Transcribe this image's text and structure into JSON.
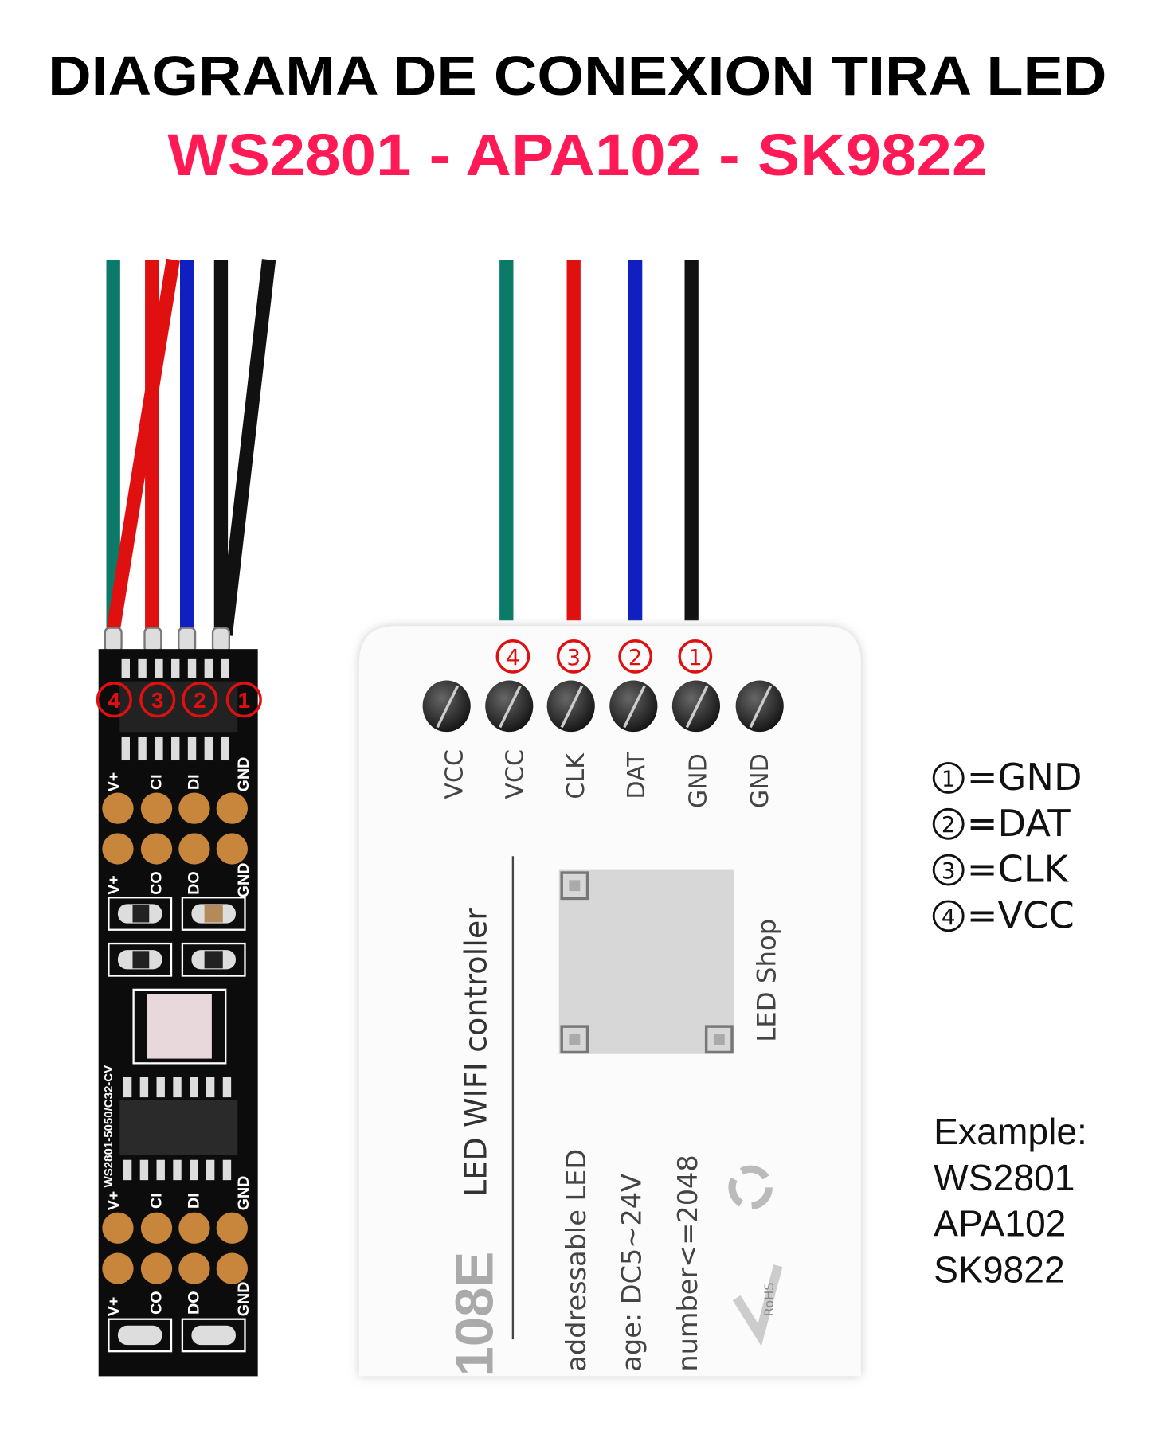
{
  "title": {
    "line1": "DIAGRAMA DE CONEXION  TIRA LED",
    "line2": "WS2801 - APA102 - SK9822",
    "line2_color": "#ff1a55"
  },
  "strip": {
    "pin_numbers": [
      "4",
      "3",
      "2",
      "1"
    ],
    "input_labels": [
      "V+",
      "CI",
      "DI",
      "GND"
    ],
    "output_labels": [
      "V+",
      "CO",
      "DO",
      "GND"
    ],
    "output_labels_2": [
      "V+",
      "CO",
      "DO",
      "GND"
    ],
    "pcb_text": "WS2801-5050/C32-CV"
  },
  "controller": {
    "pin_numbers": [
      "4",
      "3",
      "2",
      "1"
    ],
    "terminal_labels": [
      "VCC",
      "VCC",
      "CLK",
      "DAT",
      "GND",
      "GND"
    ],
    "product_name": "LED WIFI controller",
    "model_fragment": "108E",
    "shop_label": "LED Shop",
    "spec_lines": [
      "addressable LED",
      "age: DC5~24V",
      "number<=2048"
    ],
    "mark_text": "RoHS"
  },
  "legend": {
    "items": [
      {
        "num": "1",
        "label": "=GND"
      },
      {
        "num": "2",
        "label": "=DAT"
      },
      {
        "num": "3",
        "label": "=CLK"
      },
      {
        "num": "4",
        "label": "=VCC"
      }
    ]
  },
  "example": {
    "heading": "Example:",
    "items": [
      "WS2801",
      "APA102",
      "SK9822"
    ]
  },
  "colors": {
    "teal_wire": "#0b7a68",
    "red_wire": "#e01010",
    "blue_wire": "#1020c0",
    "black_wire": "#111111",
    "pad": "#c8853c",
    "marker": "#e01010"
  }
}
